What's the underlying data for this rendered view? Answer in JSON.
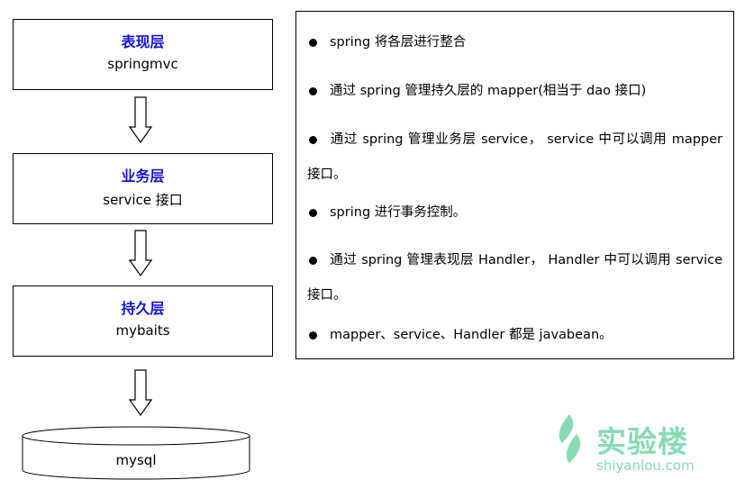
{
  "layers": [
    {
      "title": "表现层",
      "subtitle": "springmvc"
    },
    {
      "title": "业务层",
      "subtitle": "service 接口"
    },
    {
      "title": "持久层",
      "subtitle": "mybaits"
    }
  ],
  "database": "mysql",
  "bullets": [
    "spring 将各层进行整合",
    "通过 spring 管理持久层的 mapper(相当于 dao 接口)",
    "通过 spring 管理业务层 service， service 中可以调用 mapper 接口。",
    "spring 进行事务控制。",
    "通过 spring 管理表现层 Handler， Handler 中可以调用 service 接口。",
    "mapper、service、Handler 都是 javabean。"
  ],
  "logo": {
    "name": "实验楼",
    "domain": "shiyanlou.com",
    "color": "#86dcb0"
  }
}
